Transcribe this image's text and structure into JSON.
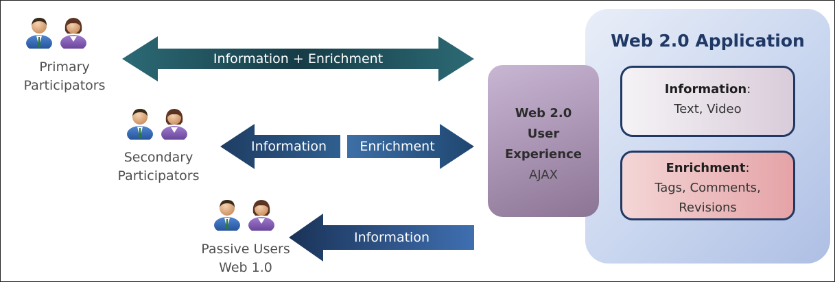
{
  "groups": [
    {
      "line1": "Primary",
      "line2": "Participators"
    },
    {
      "line1": "Secondary",
      "line2": "Participators"
    },
    {
      "line1": "Passive Users",
      "line2": "Web 1.0"
    }
  ],
  "arrows": {
    "primary": "Information + Enrichment",
    "secondary_information": "Information",
    "secondary_enrichment": "Enrichment",
    "passive": "Information"
  },
  "ux": {
    "line1": "Web 2.0",
    "line2": "User",
    "line3": "Experience",
    "line4": "AJAX"
  },
  "app": {
    "title": "Web 2.0 Application",
    "information": {
      "title": "Information",
      "suffix": ":",
      "body": "Text, Video"
    },
    "enrichment": {
      "title": "Enrichment",
      "suffix": ":",
      "body_line1": "Tags, Comments,",
      "body_line2": "Revisions"
    }
  },
  "colors": {
    "arrow_primary": "#1a4a55",
    "arrow_secondary": "#234a75",
    "arrow_passive": "#1f3f6e",
    "title": "#1f3864",
    "person_blue": "#2e5fa8",
    "person_purple": "#7a52a8"
  },
  "icons": [
    "user-male-icon",
    "user-female-icon"
  ]
}
